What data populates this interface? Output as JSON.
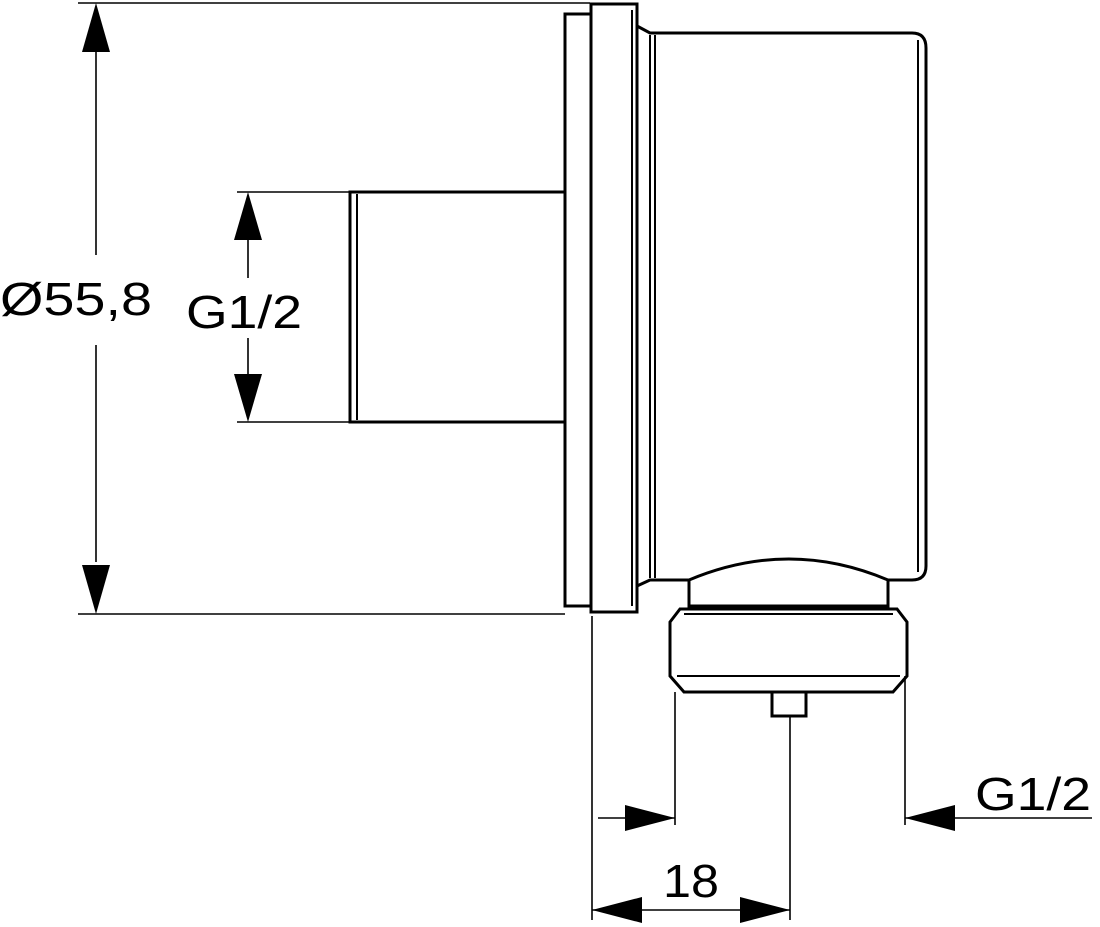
{
  "dimensions": {
    "outer_diameter": "Ø55,8",
    "inlet_thread": "G1/2",
    "outlet_thread": "G1/2",
    "outlet_offset": "18"
  },
  "colors": {
    "line": "#000000",
    "background": "#ffffff"
  }
}
